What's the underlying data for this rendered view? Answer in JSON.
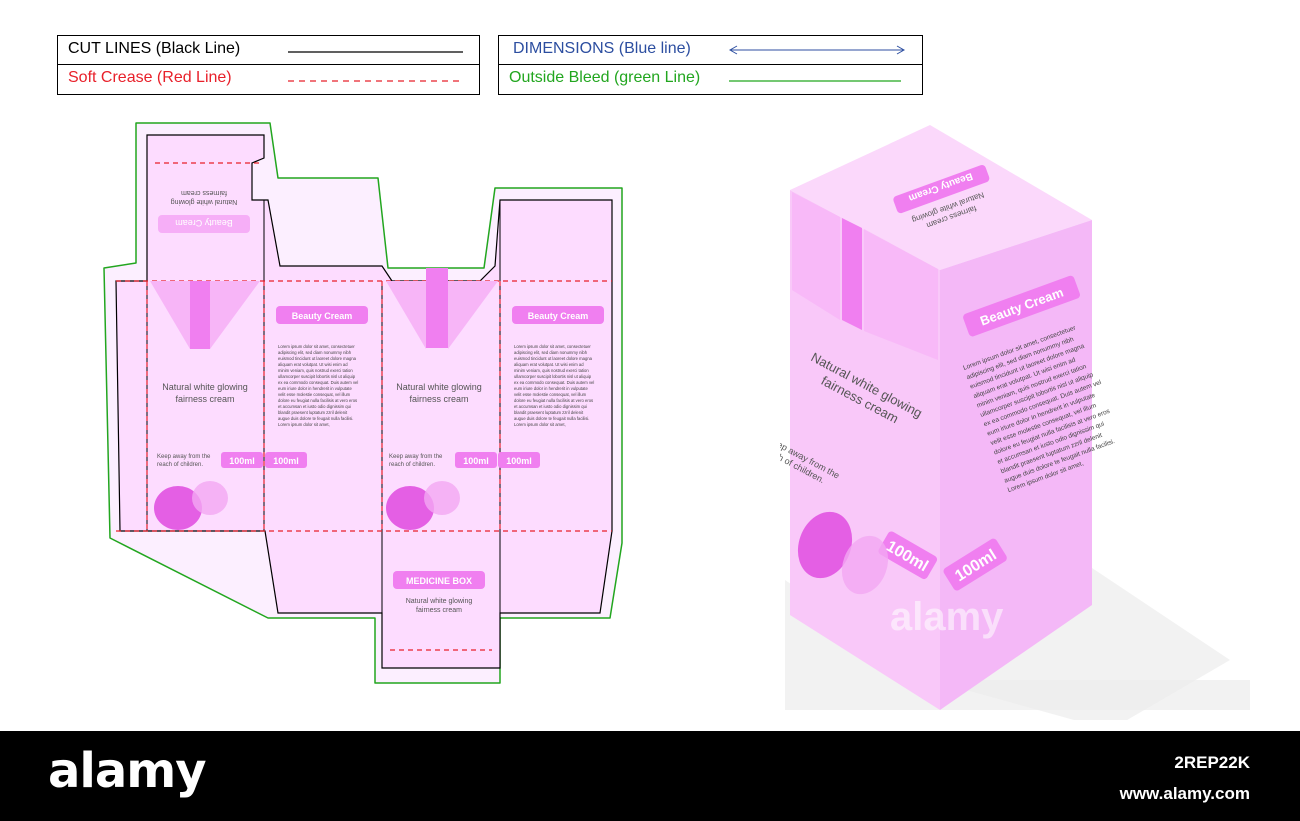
{
  "legend": {
    "cut_lines": "CUT LINES (Black Line)",
    "soft_crease": "Soft Crease (Red Line)",
    "dimensions": "DIMENSIONS (Blue line)",
    "outside_bleed": "Outside Bleed (green Line)",
    "colors": {
      "cut": "#000000",
      "crease": "#e8202a",
      "dimension": "#2c4ea0",
      "bleed": "#22a61f"
    }
  },
  "dieline": {
    "brand_label": "Beauty Cream",
    "product_line1": "Natural white glowing",
    "product_line2": "fairness cream",
    "warning_line1": "Keep away from the",
    "warning_line2": "reach of children.",
    "volume": "100ml",
    "bottom_label": "MEDICINE BOX",
    "lorem_lines": [
      "Lorem ipsum dolor sit amet, consectetuer",
      "adipiscing elit, sed diam nonummy nibh",
      "euismod tincidunt ut laoreet dolore magna",
      "aliquam erat volutpat. Ut wisi enim ad",
      "minim veniam, quis nostrud exerci tation",
      "ullamcorper suscipit lobortis nisl ut aliquip",
      "ex ea commodo consequat. Duis autem vel",
      "eum iriure dolor in hendrerit in vulputate",
      "velit esse molestie consequat, vel illum",
      "dolore eu feugiat nulla facilisis at vero eros",
      "et accumsan et iusto odio dignissim qui",
      "blandit praesent luptatum zzril delenit",
      "augue duis dolore te feugait nulla facilisi.",
      "Lorem ipsum dolor sit amet,"
    ],
    "colors": {
      "panel": "#fddcff",
      "accent": "#f07ff0",
      "accent_dark": "#e45fe4",
      "text": "#555555"
    }
  },
  "box3d": {
    "brand_label": "Beauty Cream",
    "product_line1": "Natural white glowing",
    "product_line2": "fairness cream",
    "warning_line1": "Keep away from the",
    "warning_line2": "reach of children.",
    "volume": "100ml",
    "colors": {
      "front": "#f9c8f9",
      "side": "#f4b8f7",
      "top": "#fbd8fb"
    }
  },
  "watermark": "alamy",
  "footer": {
    "logo": "alamy",
    "image_code": "2REP22K",
    "url": "www.alamy.com"
  }
}
